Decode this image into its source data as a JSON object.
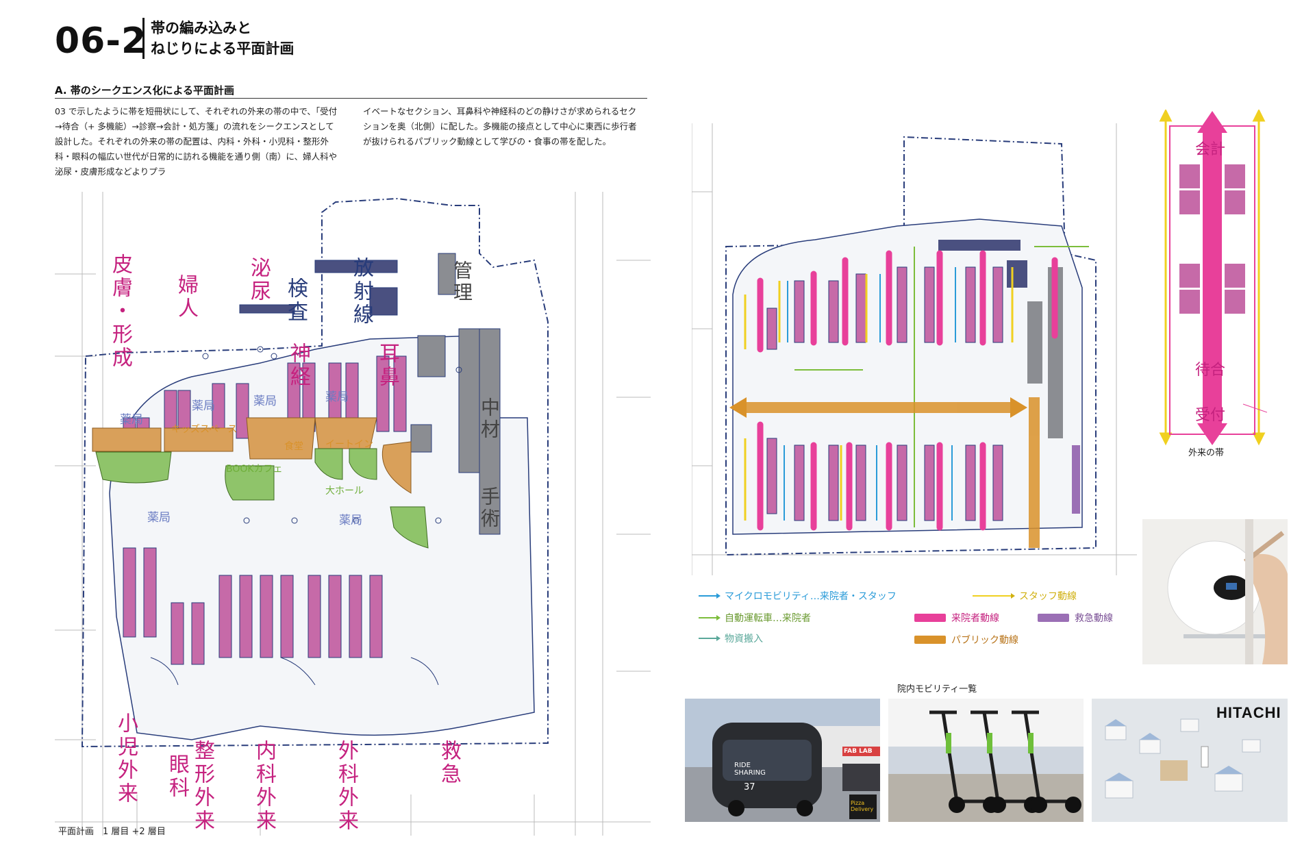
{
  "header": {
    "section_number": "06-2",
    "title_line1": "帯の編み込みと",
    "title_line2": "ねじりによる平面計画"
  },
  "subsection": {
    "heading": "A. 帯のシークエンス化による平面計画",
    "col1": "03 で示したように帯を短冊状にして、それぞれの外来の帯の中で、「受付→待合（+ 多機能）→診察→会計・処方箋」の流れをシークエンスとして設計した。それぞれの外来の帯の配置は、内科・外科・小児科・整形外科・眼科の幅広い世代が日常的に訪れる機能を通り側（南）に、婦人科や泌尿・皮膚形成などよりプラ",
    "col2": "イベートなセクション、耳鼻科や神経科のどの静けさが求められるセクションを奥（北側）に配した。多機能の接点として中心に東西に歩行者が抜けられるパブリック動線として学びの・食事の帯を配した。"
  },
  "plan_left": {
    "caption": "平面計画　1 層目 +2 層目",
    "labels_pink": [
      "皮膚・形成",
      "婦人",
      "泌尿",
      "神経",
      "耳鼻",
      "小児外来",
      "眼科",
      "整形外来",
      "内科外来",
      "外科外来",
      "救急"
    ],
    "labels_navy": [
      "検査",
      "放射線"
    ],
    "labels_gray": [
      "管理",
      "中材",
      "手術"
    ],
    "labels_small": [
      "薬局",
      "薬局",
      "薬局",
      "薬局",
      "薬局",
      "薬局",
      "キッズスペース",
      "食堂",
      "イートイン",
      "BOOKカフェ",
      "大ホール"
    ]
  },
  "legend": {
    "micro": "マイクロモビリティ…来院者・スタッフ",
    "auto": "自動運転車…来院者",
    "goods": "物資搬入",
    "staff": "スタッフ動線",
    "visitor": "来院者動線",
    "emergency": "救急動線",
    "public": "パブリック動線"
  },
  "band_diagram": {
    "top": "会計",
    "middle": "待合",
    "bottom": "受付",
    "caption": "外来の帯"
  },
  "mobility": {
    "heading": "院内モビリティ一覧",
    "bus_text1": "RIDE SHARING",
    "bus_text2": "37",
    "bus_sign": "FAB LAB",
    "pizza_text": "Pizza Delivery",
    "hitachi": "HITACHI"
  },
  "colors": {
    "pink": "#e8409a",
    "orange": "#d9922a",
    "yellow": "#f0d020",
    "purple": "#9b6fb5",
    "blue": "#2a9bd8",
    "green": "#7cbd3b",
    "navy": "#283c7a"
  }
}
